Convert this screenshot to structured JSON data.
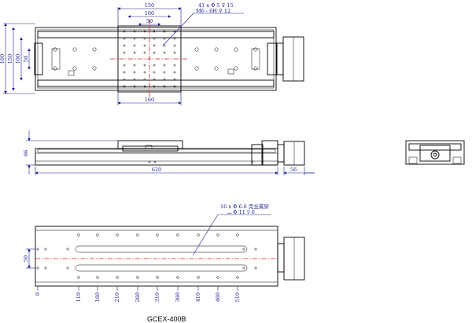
{
  "top_view": {
    "dims_top": [
      "150",
      "100",
      "50"
    ],
    "dims_left": [
      "160",
      "150",
      "100",
      "50"
    ],
    "dim_bottom": "160",
    "callout_line1": "41 x Φ 5 ⊽ 15",
    "callout_line2": "M6 - 6H ⊽ 12"
  },
  "side_view": {
    "dim_height": "66",
    "dim_length": "620",
    "dim_motor": "56"
  },
  "bottom_view": {
    "callout_line1": "16 x Φ 6.6 完全貫穿",
    "callout_line2": "⌴ Φ 11 ⊽ 6",
    "dim_left": "50",
    "positions": [
      "0",
      "110",
      "160",
      "210",
      "260",
      "310",
      "360",
      "410",
      "460",
      "510"
    ]
  },
  "model_label": "GCEX-400B",
  "colors": {
    "outline": "#000000",
    "dimension": "#1a1a8c",
    "centerline": "#d21f1f"
  }
}
